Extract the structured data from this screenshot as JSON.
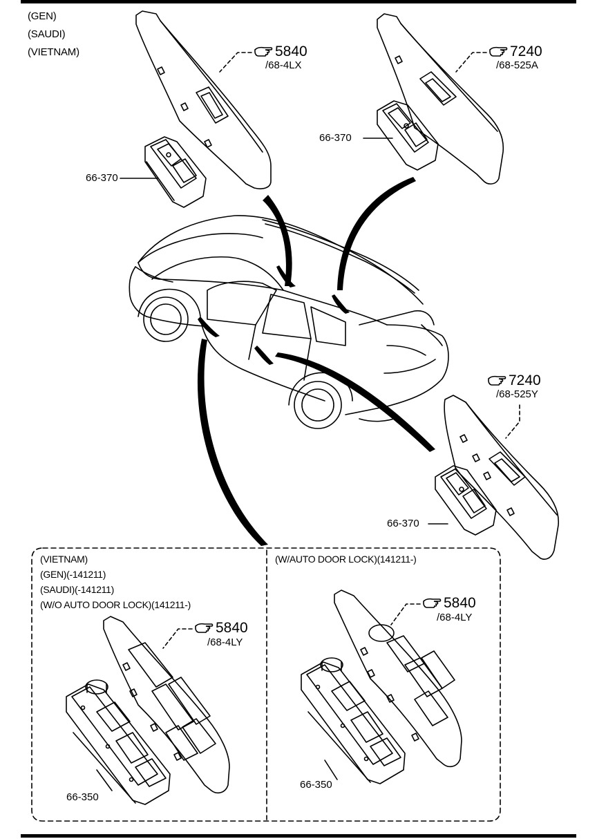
{
  "top_conditions": [
    "(GEN)",
    "(SAUDI)",
    "(VIETNAM)"
  ],
  "callouts": {
    "front_left_panel": {
      "ref": "5840",
      "sub": "/68-4LX"
    },
    "rear_left_panel": {
      "ref": "7240",
      "sub": "/68-525A"
    },
    "rear_right_panel": {
      "ref": "7240",
      "sub": "/68-525Y"
    },
    "front_left_switch_a": {
      "ref": "5840",
      "sub": "/68-4LY"
    },
    "front_left_switch_b": {
      "ref": "5840",
      "sub": "/68-4LY"
    }
  },
  "part_numbers": {
    "switch_left_top": "66-370",
    "switch_right_top": "66-370",
    "switch_right_mid": "66-370",
    "master_switch_a": "66-350",
    "master_switch_b": "66-350"
  },
  "inset_left_conditions": [
    "(VIETNAM)",
    "(GEN)(-141211)",
    "(SAUDI)(-141211)",
    "(W/O AUTO DOOR LOCK)(141211-)"
  ],
  "inset_right_conditions": [
    "(W/AUTO DOOR LOCK)(141211-)"
  ],
  "icons": {
    "reference": "pointing-hand-icon"
  }
}
